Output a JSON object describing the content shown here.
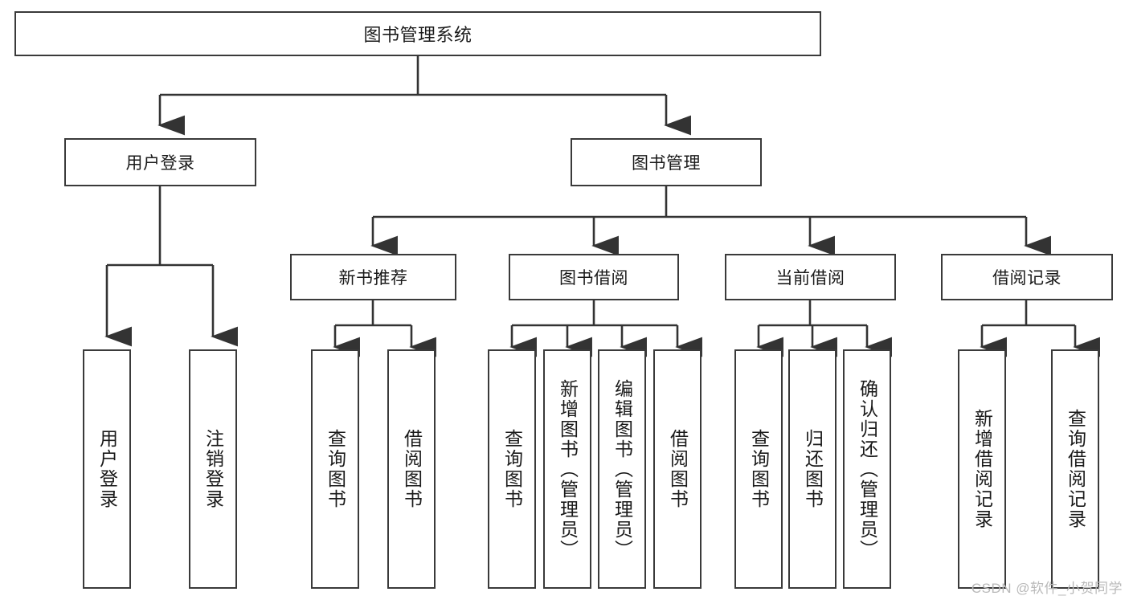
{
  "diagram": {
    "title": "图书管理系统",
    "type": "hierarchy-tree",
    "watermark": "CSDN @软件_小贺同学",
    "colors": {
      "box_border": "#3a3a3a",
      "box_fill": "#ffffff",
      "connector": "#333333",
      "text": "#1a1a1a",
      "watermark": "#b9b9b9"
    },
    "nodes": {
      "root": {
        "label": "图书管理系统"
      },
      "level2": [
        {
          "id": "user-login",
          "label": "用户登录"
        },
        {
          "id": "book-manage",
          "label": "图书管理"
        }
      ],
      "level3": [
        {
          "id": "new-book-rec",
          "label": "新书推荐"
        },
        {
          "id": "book-borrow",
          "label": "图书借阅"
        },
        {
          "id": "current-borrow",
          "label": "当前借阅"
        },
        {
          "id": "borrow-record",
          "label": "借阅记录"
        }
      ],
      "leaves": {
        "user_login": [
          {
            "id": "leaf-user-login",
            "label": "用户登录"
          },
          {
            "id": "leaf-logout",
            "label": "注销登录"
          }
        ],
        "new_book_rec": [
          {
            "id": "leaf-query-book-1",
            "label": "查询图书"
          },
          {
            "id": "leaf-borrow-book-1",
            "label": "借阅图书"
          }
        ],
        "book_borrow": [
          {
            "id": "leaf-query-book-2",
            "label": "查询图书"
          },
          {
            "id": "leaf-add-book",
            "label": "新增图书（管理员）"
          },
          {
            "id": "leaf-edit-book",
            "label": "编辑图书（管理员）"
          },
          {
            "id": "leaf-borrow-book-2",
            "label": "借阅图书"
          }
        ],
        "current_borrow": [
          {
            "id": "leaf-query-book-3",
            "label": "查询图书"
          },
          {
            "id": "leaf-return-book",
            "label": "归还图书"
          },
          {
            "id": "leaf-confirm-return",
            "label": "确认归还（管理员）"
          }
        ],
        "borrow_record": [
          {
            "id": "leaf-add-record",
            "label": "新增借阅记录"
          },
          {
            "id": "leaf-query-record",
            "label": "查询借阅记录"
          }
        ]
      }
    }
  }
}
